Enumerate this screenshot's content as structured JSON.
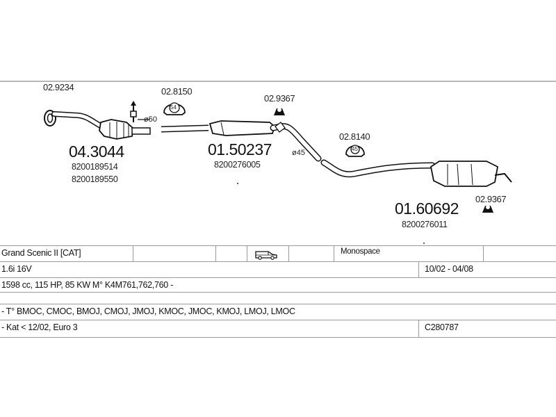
{
  "diagram": {
    "parts": [
      {
        "ref": "02.9234"
      },
      {
        "ref": "02.8150"
      },
      {
        "ref": "02.9367"
      },
      {
        "ref": "02.8140"
      },
      {
        "ref": "02.9367"
      }
    ],
    "sections": [
      {
        "code": "04.3044",
        "oem": [
          "8200189514",
          "8200189550"
        ]
      },
      {
        "code": "01.50237",
        "oem": [
          "8200276005"
        ]
      },
      {
        "code": "01.60692",
        "oem": [
          "8200276011"
        ]
      }
    ],
    "dimensions": [
      "ø50",
      "ø45"
    ],
    "clamp_labels": [
      "54",
      "45"
    ]
  },
  "table": {
    "model": "Grand Scenic II  [CAT]",
    "body_type": "Monospace",
    "engine": "1.6i 16V",
    "period": "10/02 - 04/08",
    "spec": "1598 cc, 115 HP, 85 KW M° K4M761,762,760 -",
    "types": "- T° BMOC, CMOC,  BMOJ, CMOJ, JMOJ, KMOC, JMOC, KMOJ, LMOJ, LMOC",
    "kat": "- Kat < 12/02, Euro 3",
    "ref_code": "C280787"
  },
  "colors": {
    "line": "#9a9a9a",
    "ink": "#111111",
    "part": "#ffffff"
  }
}
